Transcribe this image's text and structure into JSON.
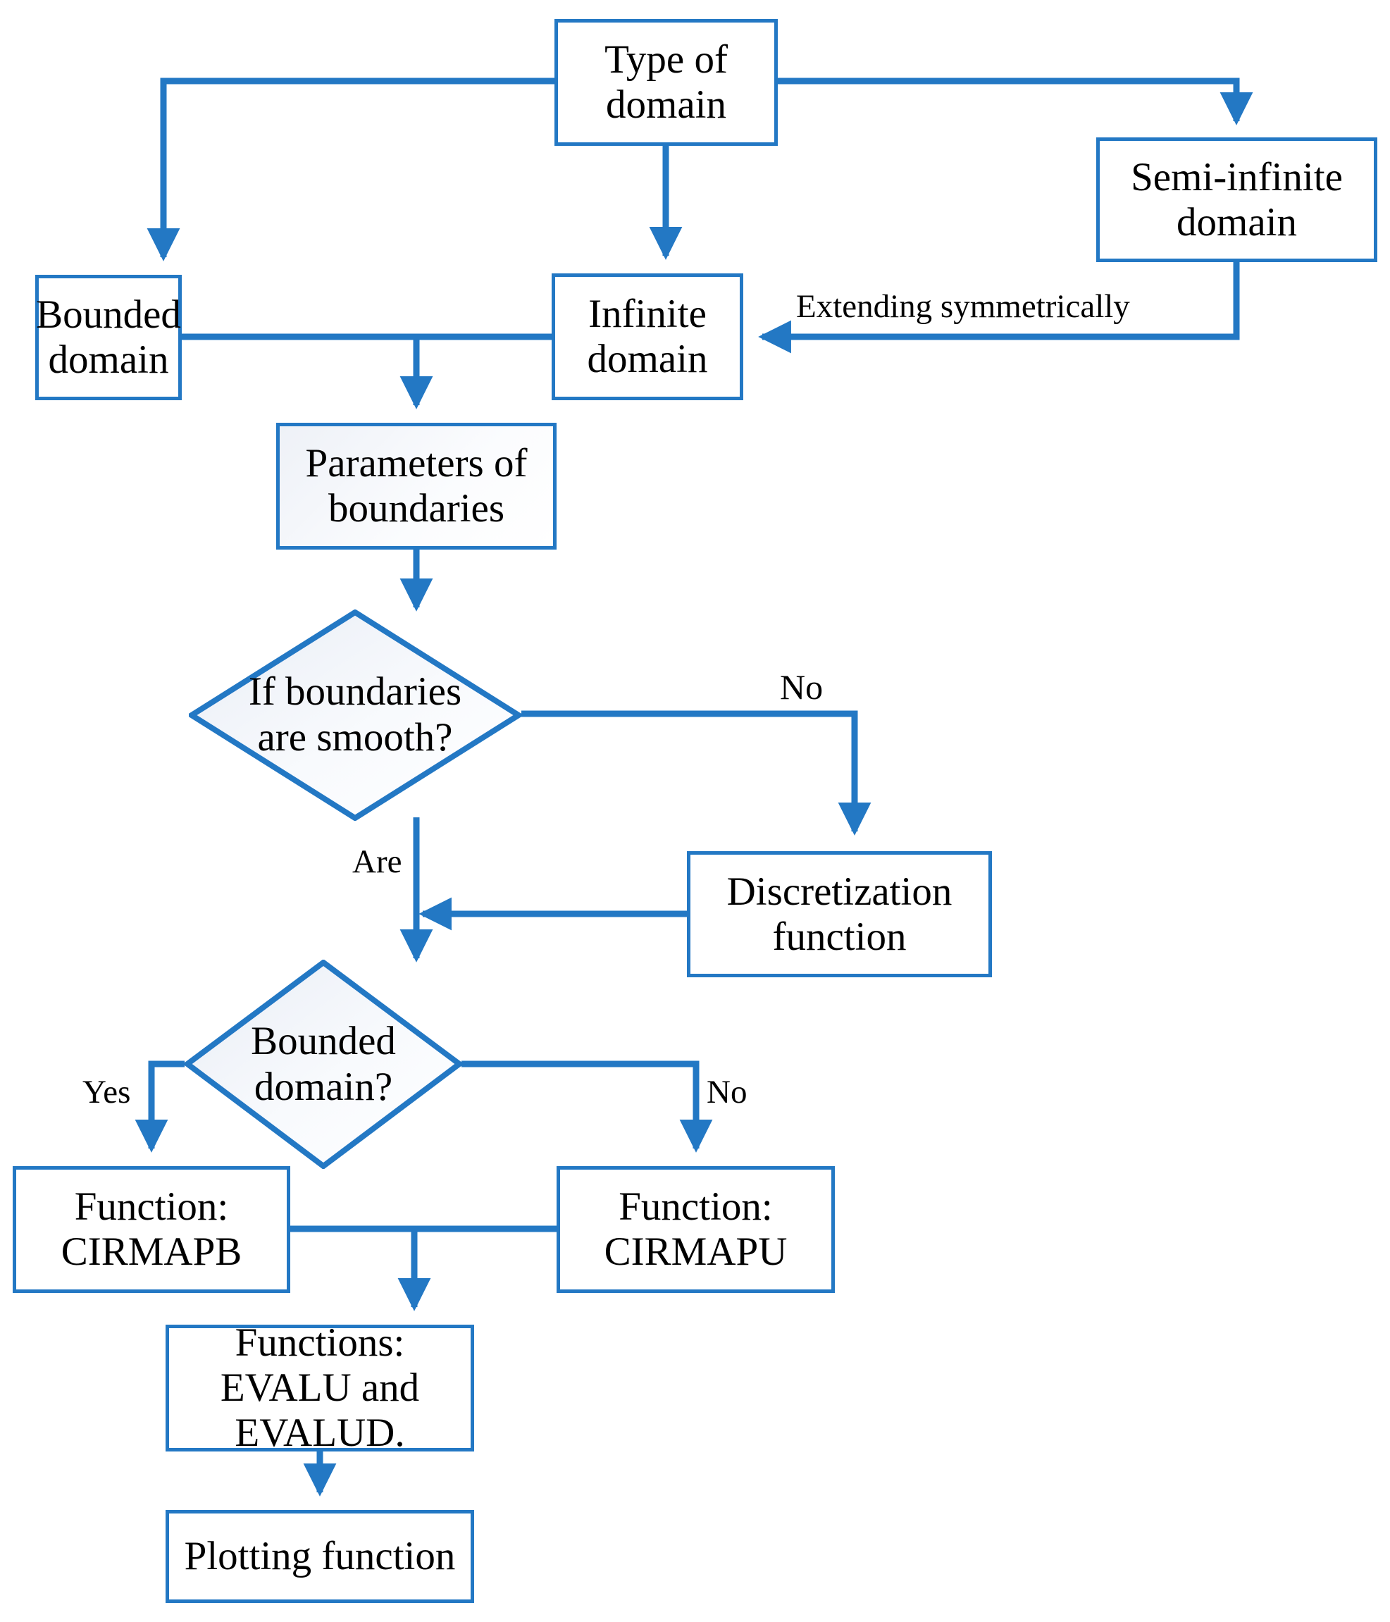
{
  "diagram": {
    "title": "Flowchart of conformal mapping toolbox workflow",
    "accent_color": "#2378c4",
    "text_color": "#000000",
    "background_color": "#ffffff",
    "nodes": [
      {
        "id": "type-of-domain",
        "shape": "process",
        "line1": "Type of",
        "line2": "domain"
      },
      {
        "id": "semi-infinite-domain",
        "shape": "process",
        "line1": "Semi-infinite",
        "line2": "domain"
      },
      {
        "id": "bounded-domain",
        "shape": "process",
        "line1": "Bounded",
        "line2": "domain"
      },
      {
        "id": "infinite-domain",
        "shape": "process",
        "line1": "Infinite",
        "line2": "domain"
      },
      {
        "id": "parameters-of-boundaries",
        "shape": "process",
        "line1": "Parameters of",
        "line2": "boundaries"
      },
      {
        "id": "if-boundaries-are-smooth",
        "shape": "decision",
        "line1": "If boundaries",
        "line2": "are smooth?"
      },
      {
        "id": "discretization-function",
        "shape": "process",
        "line1": "Discretization",
        "line2": "function"
      },
      {
        "id": "bounded-domain-question",
        "shape": "decision",
        "line1": "Bounded domain?",
        "line2": ""
      },
      {
        "id": "function-cirmapb",
        "shape": "process",
        "line1": "Function:",
        "line2": "CIRMAPB"
      },
      {
        "id": "function-cirmapu",
        "shape": "process",
        "line1": "Function:",
        "line2": "CIRMAPU"
      },
      {
        "id": "functions-evalu-evalud",
        "shape": "process",
        "line1": "Functions:",
        "line2": "EVALU and EVALUD."
      },
      {
        "id": "plotting-function",
        "shape": "process",
        "line1": "Plotting function",
        "line2": ""
      }
    ],
    "edge_labels": {
      "extending_symmetrically": "Extending symmetrically",
      "smooth_no": "No",
      "are": "Are",
      "bounded_yes": "Yes",
      "bounded_no": "No"
    }
  }
}
